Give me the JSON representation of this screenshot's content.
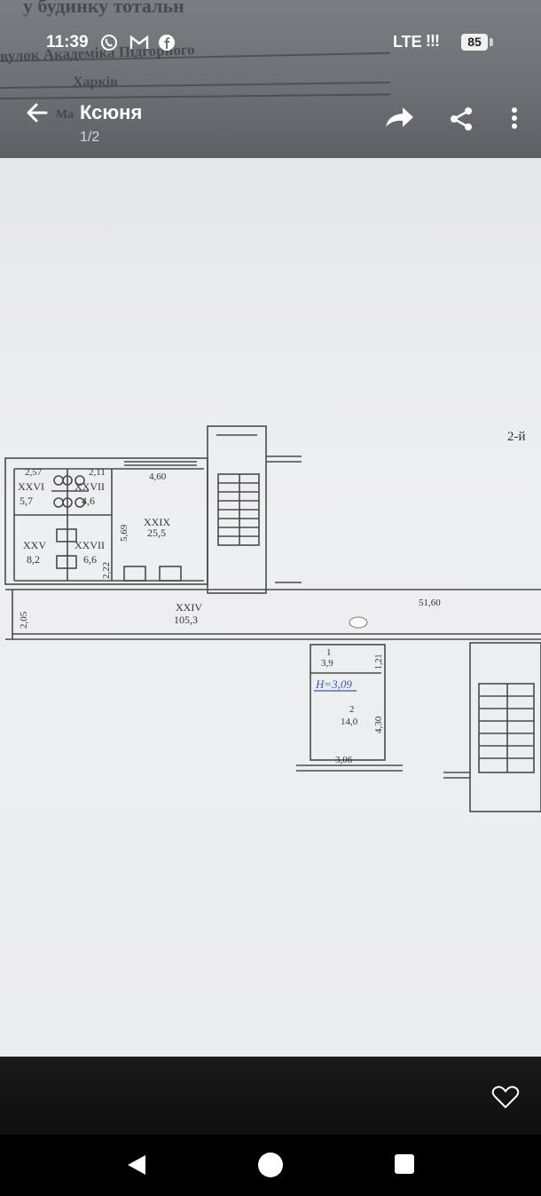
{
  "photo_header": {
    "line1": "у будинку тотальн",
    "line2": "вулок Академіка Підгорного",
    "line3": "Харків",
    "line4": "Ма"
  },
  "status_bar": {
    "time": "11:39",
    "network": "LTE",
    "signal": "!!!",
    "battery": "85",
    "icons": [
      "viber-icon",
      "gmail-icon",
      "facebook-icon"
    ]
  },
  "app_bar": {
    "title": "Ксюня",
    "counter": "1/2",
    "icons": [
      "back-arrow-icon",
      "forward-share-icon",
      "share-icon",
      "more-vert-icon"
    ]
  },
  "floor_plan": {
    "floor_label": "2-й",
    "rooms": [
      {
        "number": "XXVI",
        "area": "5,7"
      },
      {
        "number": "XXVII",
        "area": "4,6"
      },
      {
        "number": "XXV",
        "area": "8,2"
      },
      {
        "number": "XXVII",
        "area": "6,6"
      },
      {
        "number": "XXIX",
        "area": "25,5"
      },
      {
        "number": "XXIV",
        "area": "105,3"
      },
      {
        "number": "1",
        "area": "3,9"
      },
      {
        "number": "2",
        "area": "14,0"
      }
    ],
    "dimensions": [
      "2,57",
      "2,11",
      "4,60",
      "5,69",
      "2,22",
      "2,05",
      "51,60",
      "1,21",
      "4,30",
      "3,06"
    ],
    "handwritten_note": "H=3,09"
  },
  "nav_bar": {
    "icons": [
      "nav-back-icon",
      "nav-home-icon",
      "nav-recents-icon"
    ]
  },
  "colors": {
    "sheet": "#eceef0",
    "ink": "#333333",
    "handwriting_blue": "#3d56b0"
  }
}
